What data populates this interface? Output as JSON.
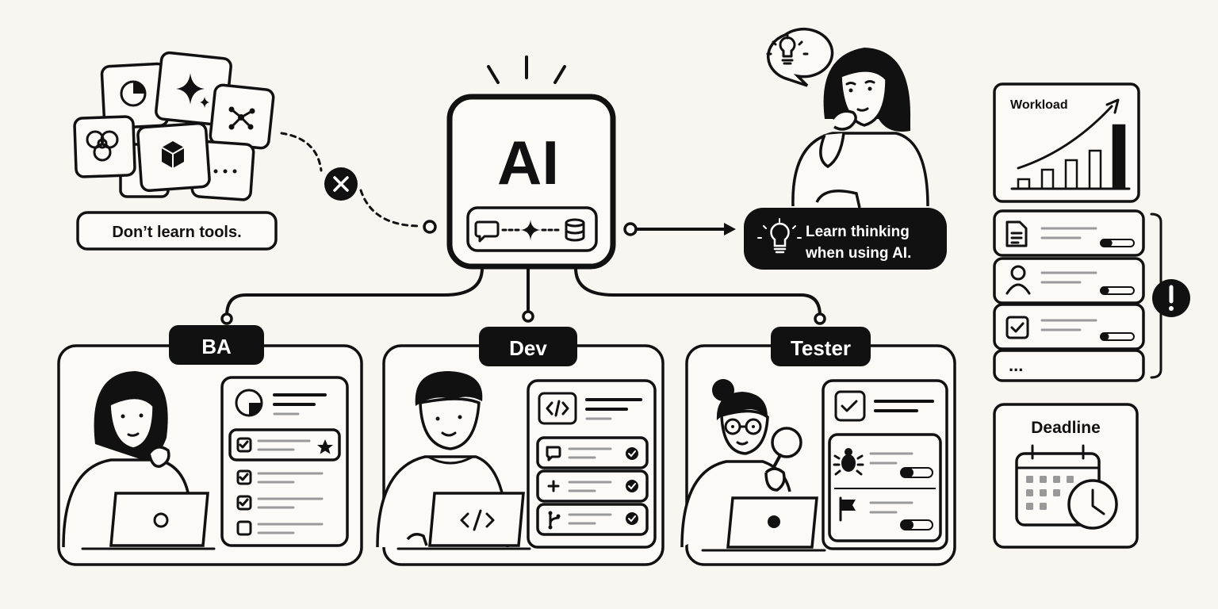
{
  "tools_note": "Don’t learn tools.",
  "ai_label": "AI",
  "thinking_note_line1": "Learn thinking",
  "thinking_note_line2": "when using AI.",
  "roles": [
    "BA",
    "Dev",
    "Tester"
  ],
  "workload_label": "Workload",
  "workload_bars": [
    0.15,
    0.3,
    0.45,
    0.6,
    1.0
  ],
  "deadline_label": "Deadline",
  "task_progress": [
    0.35,
    0.25,
    0.25
  ],
  "tester_progress": [
    0.4,
    0.4
  ],
  "more_label": "...",
  "icons": [
    "pie-chart-icon",
    "sparkle-icon",
    "network-icon",
    "openai-icon",
    "cube-icon",
    "chat-icon",
    "database-icon",
    "lightbulb-icon",
    "code-icon",
    "bug-icon",
    "flag-icon",
    "branch-icon",
    "calendar-icon",
    "clock-icon",
    "exclamation-icon"
  ]
}
